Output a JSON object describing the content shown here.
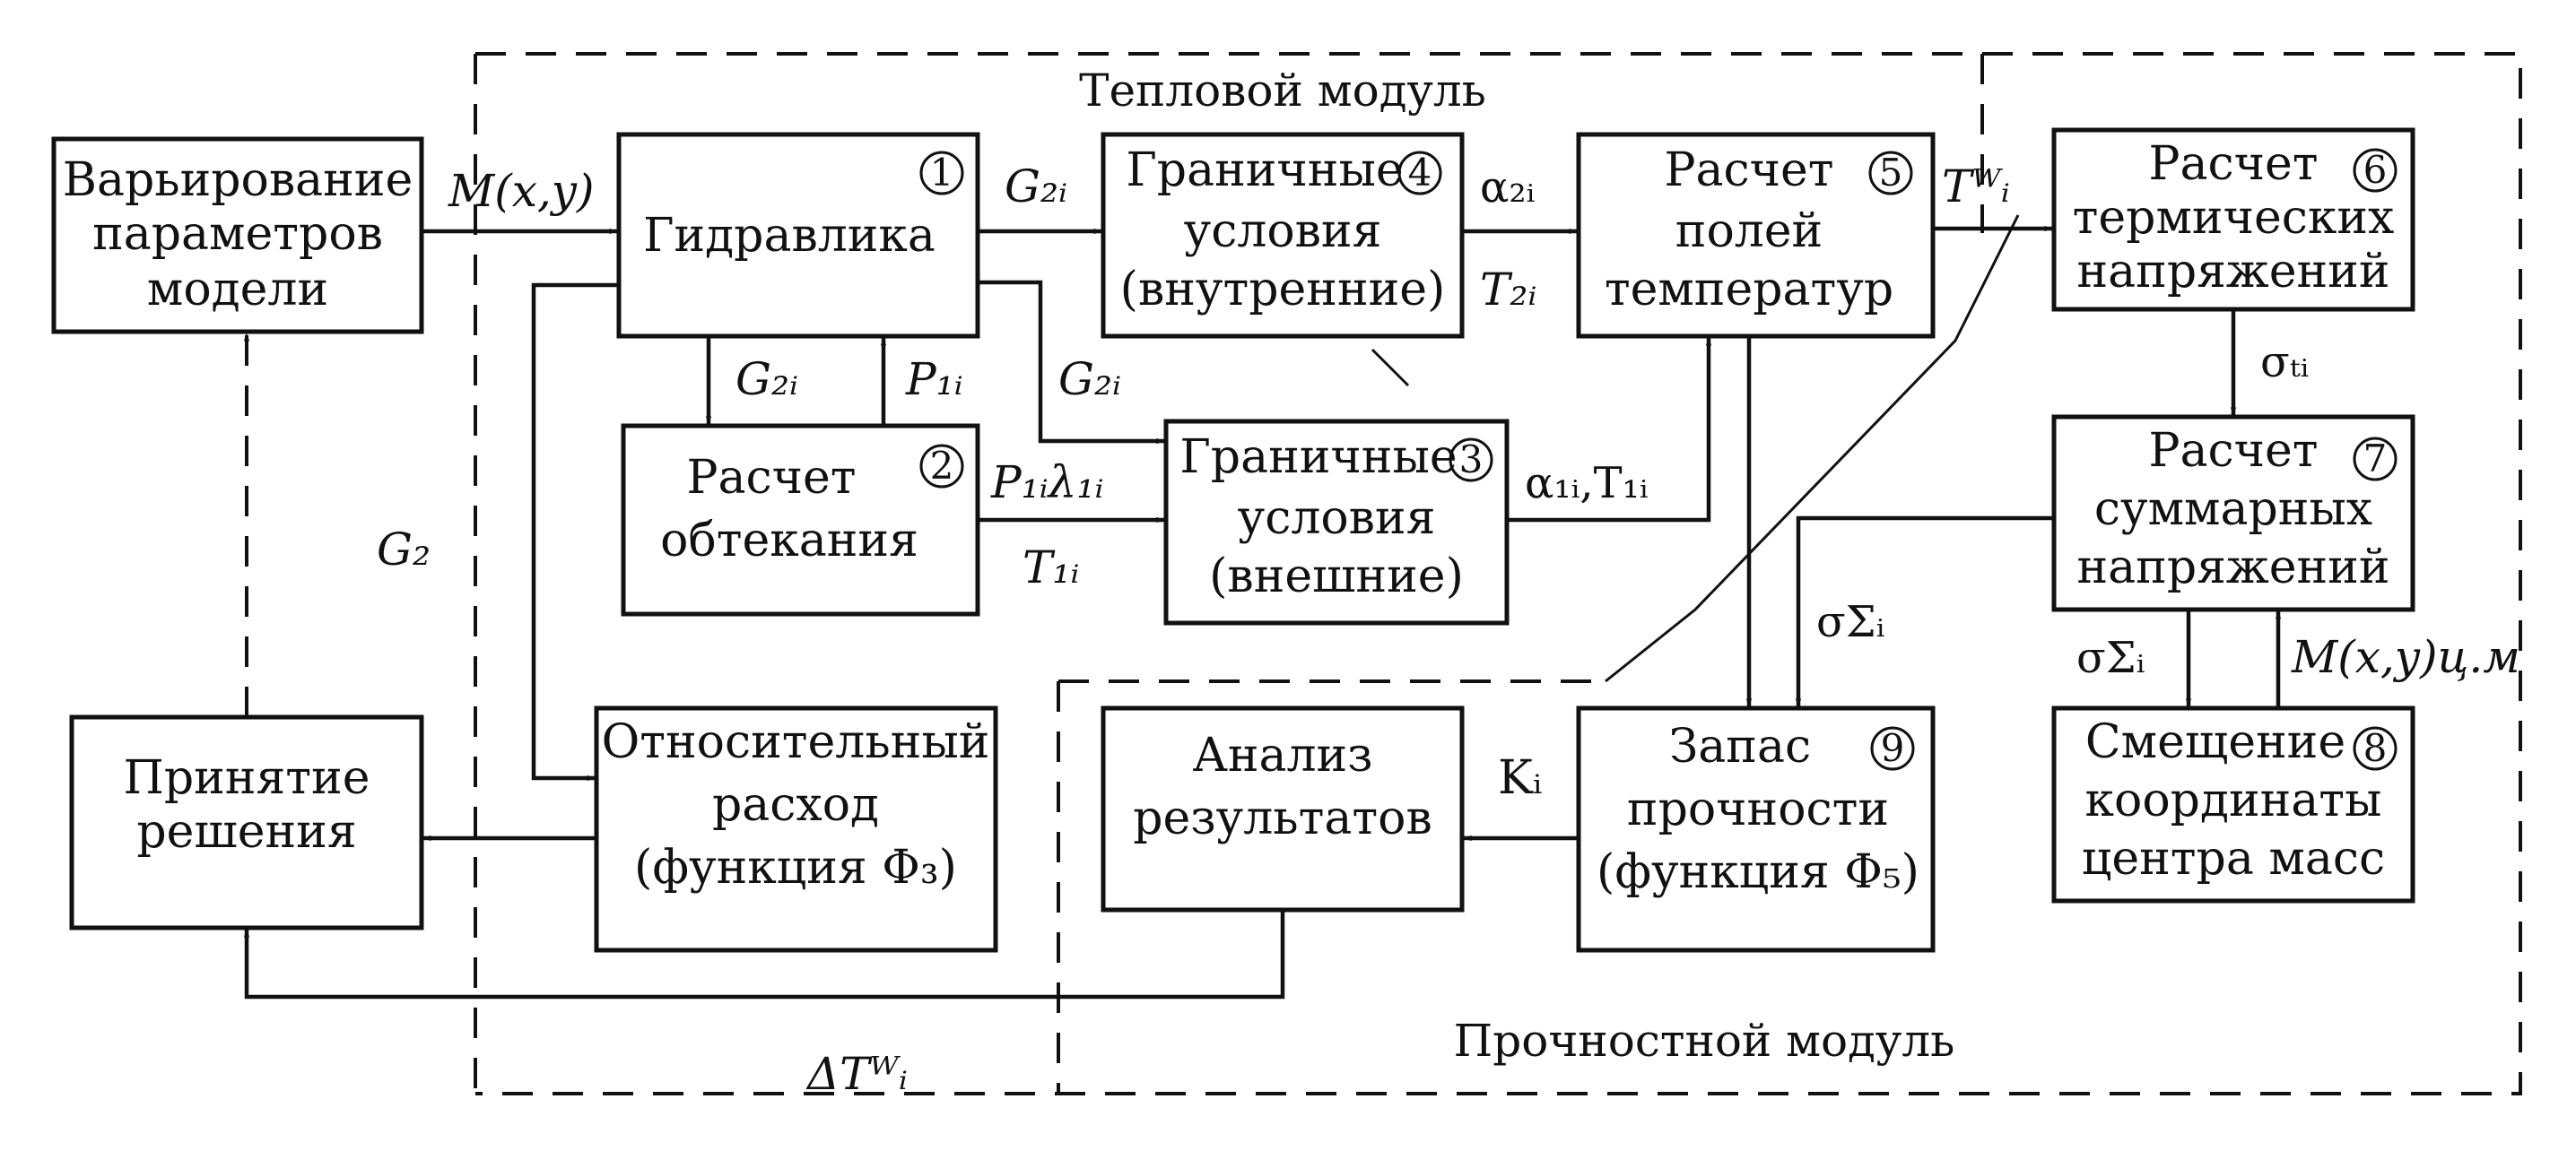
{
  "modules": {
    "thermal": "Тепловой модуль",
    "strength": "Прочностной модуль"
  },
  "blocks": {
    "vary": {
      "lines": [
        "Варьирование",
        "параметров",
        "модели"
      ]
    },
    "hydro": {
      "lines": [
        "Гидравлика"
      ],
      "num": "1"
    },
    "flow": {
      "lines": [
        "Расчет",
        "обтекания"
      ],
      "num": "2"
    },
    "bc_out": {
      "lines": [
        "Граничные",
        "условия",
        "(внешние)"
      ],
      "num": "3"
    },
    "bc_in": {
      "lines": [
        "Граничные",
        "условия",
        "(внутренние)"
      ],
      "num": "4"
    },
    "temp": {
      "lines": [
        "Расчет",
        "полей",
        "температур"
      ],
      "num": "5"
    },
    "therm": {
      "lines": [
        "Расчет",
        "термических",
        "напряжений"
      ],
      "num": "6"
    },
    "sum": {
      "lines": [
        "Расчет",
        "суммарных",
        "напряжений"
      ],
      "num": "7"
    },
    "shift": {
      "lines": [
        "Смещение",
        "координаты",
        "центра масс"
      ],
      "num": "8"
    },
    "margin": {
      "lines": [
        "Запас",
        "прочности",
        "(функция Φ₅)"
      ],
      "num": "9"
    },
    "analysis": {
      "lines": [
        "Анализ",
        "результатов"
      ]
    },
    "relflow": {
      "lines": [
        "Относительный",
        "расход",
        "(функция Φ₃)"
      ]
    },
    "decision": {
      "lines": [
        "Принятие",
        "решения"
      ]
    }
  },
  "labels": {
    "M_xy": "M(x,y)",
    "G2i_top": "G₂ᵢ",
    "G2i_down": "G₂ᵢ",
    "P1i_up": "P₁ᵢ",
    "G2i_mid": "G₂ᵢ",
    "P1i_lambda": "P₁ᵢλ₁ᵢ",
    "T1i": "T₁ᵢ",
    "alpha2i": "α₂ᵢ",
    "T2i": "T₂ᵢ",
    "alpha1i_T1i": "α₁ᵢ,T₁ᵢ",
    "TWi": "Tᵂᵢ",
    "sigma_ti": "σₜᵢ",
    "sigma_sum_left": "σΣᵢ",
    "sigma_sum_mid": "σΣᵢ",
    "M_xy_cm": "M(x,y)ц.м",
    "Ki": "Kᵢ",
    "G2": "G₂",
    "deltaTWi": "ΔTᵂᵢ"
  }
}
